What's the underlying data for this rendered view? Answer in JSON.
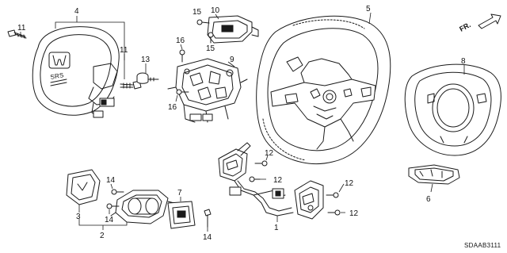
{
  "diagram": {
    "callouts": {
      "c1": "1",
      "c2": "2",
      "c3": "3",
      "c4": "4",
      "c5": "5",
      "c6": "6",
      "c7": "7",
      "c8": "8",
      "c9": "9",
      "c10": "10",
      "c11a": "11",
      "c11b": "11",
      "c12a": "12",
      "c12b": "12",
      "c12c": "12",
      "c12d": "12",
      "c13": "13",
      "c14a": "14",
      "c14b": "14",
      "c14c": "14",
      "c15a": "15",
      "c15b": "15",
      "c16a": "16",
      "c16b": "16"
    },
    "direction_label": "FR.",
    "diagram_code": "SDAAB3111",
    "colors": {
      "line": "#1a1a1a",
      "background": "#ffffff",
      "shade": "#dcdcdc"
    }
  }
}
